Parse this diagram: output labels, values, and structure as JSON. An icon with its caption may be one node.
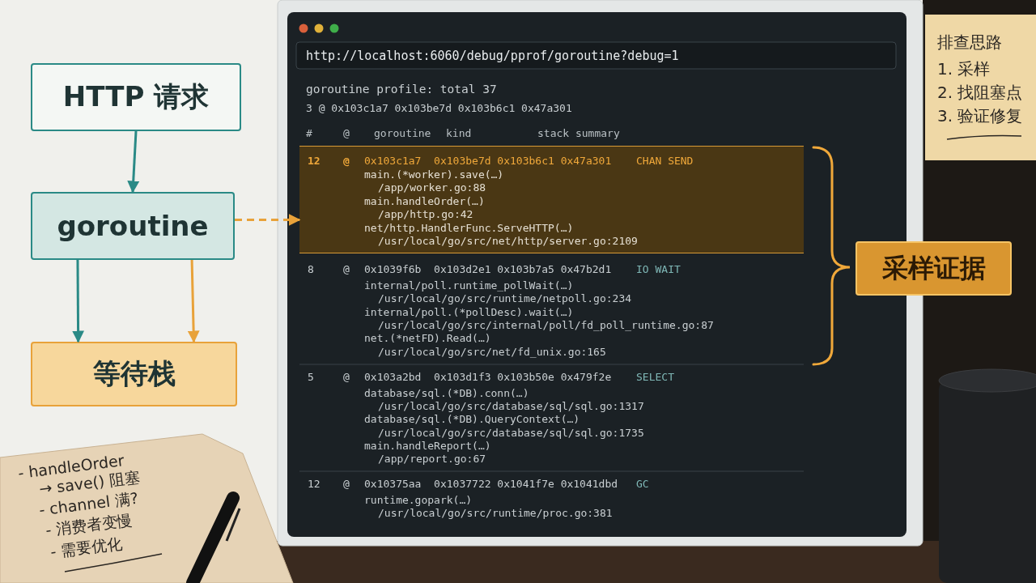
{
  "diagram": {
    "nodes": [
      {
        "text": [
          "HTTP 请求"
        ]
      },
      {
        "text": [
          "goroutine"
        ]
      },
      {
        "text": [
          "等待栈"
        ]
      },
      {
        "text": [
          "12",
          "@",
          "0x103c1a7  0x103be7d 0x103b6c1 0x47a301",
          "CHAN SEND",
          "main.(*worker).save(…)",
          "/app/worker.go:88",
          "main.handleOrder(…)",
          "/app/http.go:42",
          "net/http.HandlerFunc.ServeHTTP(…)",
          "/usr/local/go/src/net/http/server.go:2109"
        ]
      },
      {
        "text": [
          "采样证据"
        ]
      }
    ],
    "edges": [
      {
        "from": 0,
        "to": 1,
        "arrow": "to"
      },
      {
        "from": 1,
        "to": 2,
        "arrow": "to"
      },
      {
        "from": 1,
        "to": 2,
        "arrow": "to",
        "color": "#e8a23a"
      },
      {
        "from": 1,
        "to": 3,
        "arrow": "to",
        "style": "dashed",
        "color": "#e8a23a"
      }
    ],
    "labels": [
      "http://localhost:6060/debug/pprof/goroutine?debug=1",
      "goroutine profile: total 37",
      "3 @ 0x103c1a7 0x103be7d 0x103b6c1 0x47a301",
      "#",
      "@",
      "goroutine",
      "kind",
      "stack summary",
      "8",
      "@",
      "0x1039f6b  0x103d2e1 0x103b7a5 0x47b2d1",
      "IO WAIT",
      "internal/poll.runtime_pollWait(…)",
      "/usr/local/go/src/runtime/netpoll.go:234",
      "internal/poll.(*pollDesc).wait(…)",
      "/usr/local/go/src/internal/poll/fd_poll_runtime.go:87",
      "net.(*netFD).Read(…)",
      "/usr/local/go/src/net/fd_unix.go:165",
      "5",
      "@",
      "0x103a2bd  0x103d1f3 0x103b50e 0x479f2e",
      "SELECT",
      "database/sql.(*DB).conn(…)",
      "/usr/local/go/src/database/sql/sql.go:1317",
      "database/sql.(*DB).QueryContext(…)",
      "/usr/local/go/src/database/sql/sql.go:1735",
      "main.handleReport(…)",
      "/app/report.go:67",
      "12",
      "@",
      "0x10375aa  0x1037722 0x1041f7e 0x1041dbd",
      "GC",
      "runtime.gopark(…)",
      "/usr/local/go/src/runtime/proc.go:381",
      "排查思路",
      "1. 采样",
      "2. 找阻塞点",
      "3. 验证修复",
      "- handleOrder",
      "→ save() 阻塞",
      "- channel 满?",
      "- 消费者变慢",
      "- 需要优化"
    ]
  }
}
